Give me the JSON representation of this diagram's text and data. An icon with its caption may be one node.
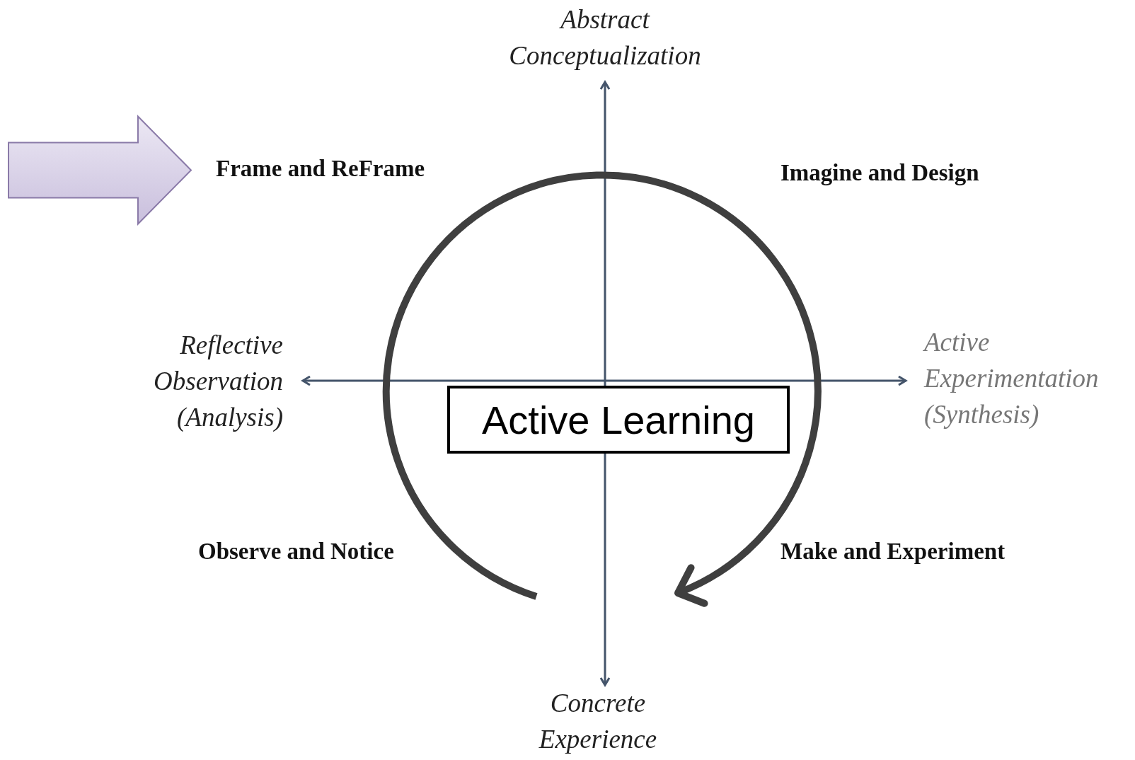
{
  "diagram": {
    "nodes": [
      {
        "text": [
          "Active Learning"
        ]
      },
      {
        "text": [
          "Frame and ReFrame"
        ]
      }
    ],
    "edges": [
      {
        "from": null,
        "to": 1,
        "arrow": "to"
      }
    ],
    "labels": [
      "Abstract Conceptualization",
      "Imagine and Design",
      "Reflective Observation (Analysis)",
      "Active Experimentation (Synthesis)",
      "Observe and Notice",
      "Make and Experiment",
      "Concrete Experience"
    ]
  }
}
